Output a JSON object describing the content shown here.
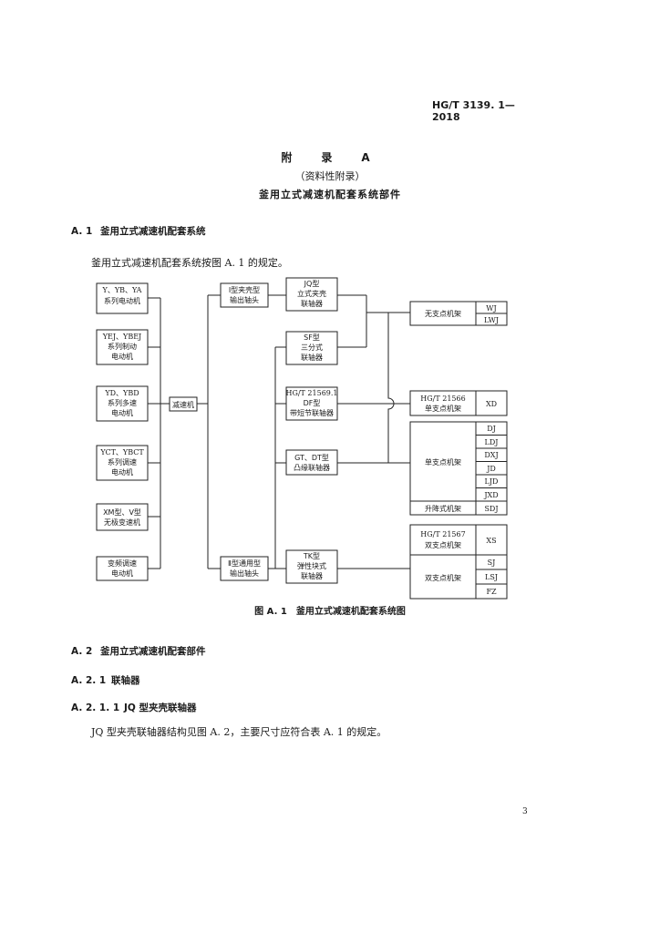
{
  "header": {
    "standard_code": "HG/T 3139. 1—2018"
  },
  "appendix": {
    "label": "附　录　A",
    "kind": "（资料性附录）",
    "title": "釜用立式减速机配套系统部件"
  },
  "sections": {
    "a1": {
      "num": "A. 1",
      "title": "釜用立式减速机配套系统"
    },
    "a1_text": "釜用立式减速机配套系统按图 A. 1 的规定。",
    "a2": {
      "num": "A. 2",
      "title": "釜用立式减速机配套部件"
    },
    "a21": {
      "num": "A. 2. 1",
      "title": "联轴器"
    },
    "a211": {
      "num": "A. 2. 1. 1",
      "title": "JQ 型夹壳联轴器"
    },
    "a211_text": "JQ 型夹壳联轴器结构见图 A. 2，主要尺寸应符合表 A. 1 的规定。"
  },
  "figure": {
    "caption": "图 A. 1　釜用立式减速机配套系统图",
    "motors": [
      [
        "Y、YB、YA",
        "系列电动机"
      ],
      [
        "YEJ、YBEJ",
        "系列制动",
        "电动机"
      ],
      [
        "YD、YBD",
        "系列多速",
        "电动机"
      ],
      [
        "YCT、YBCT",
        "系列调速",
        "电动机"
      ],
      [
        "XM型、V型",
        "无极变速机"
      ],
      [
        "变频调速",
        "电动机"
      ]
    ],
    "reducer": "减速机",
    "output": [
      [
        "Ⅰ型夹壳型",
        "输出轴头"
      ],
      [
        "Ⅱ型通用型",
        "输出轴头"
      ]
    ],
    "couplings": [
      [
        "JQ型",
        "立式夹壳",
        "联轴器"
      ],
      [
        "SF型",
        "三分式",
        "联轴器"
      ],
      [
        "HG/T 21569.1",
        "DF型",
        "带短节联轴器"
      ],
      [
        "GT、DT型",
        "凸缘联轴器"
      ],
      [
        "TK型",
        "弹性块式",
        "联轴器"
      ]
    ],
    "frames": {
      "no_support": {
        "label": "无支点机架",
        "codes": [
          "WJ",
          "LWJ"
        ]
      },
      "hg21566": {
        "label": [
          "HG/T 21566",
          "单支点机架"
        ],
        "code": "XD"
      },
      "single": {
        "label": "单支点机架",
        "codes": [
          "DJ",
          "LDJ",
          "DXJ",
          "JD",
          "LJD",
          "JXD"
        ]
      },
      "lift": {
        "label": "升降式机架",
        "code": "SDJ"
      },
      "hg21567": {
        "label": [
          "HG/T 21567",
          "双支点机架"
        ],
        "code": "XS"
      },
      "double": {
        "label": "双支点机架",
        "codes": [
          "SJ",
          "LSJ",
          "FZ"
        ]
      }
    }
  },
  "footer": {
    "page_number": "3"
  }
}
